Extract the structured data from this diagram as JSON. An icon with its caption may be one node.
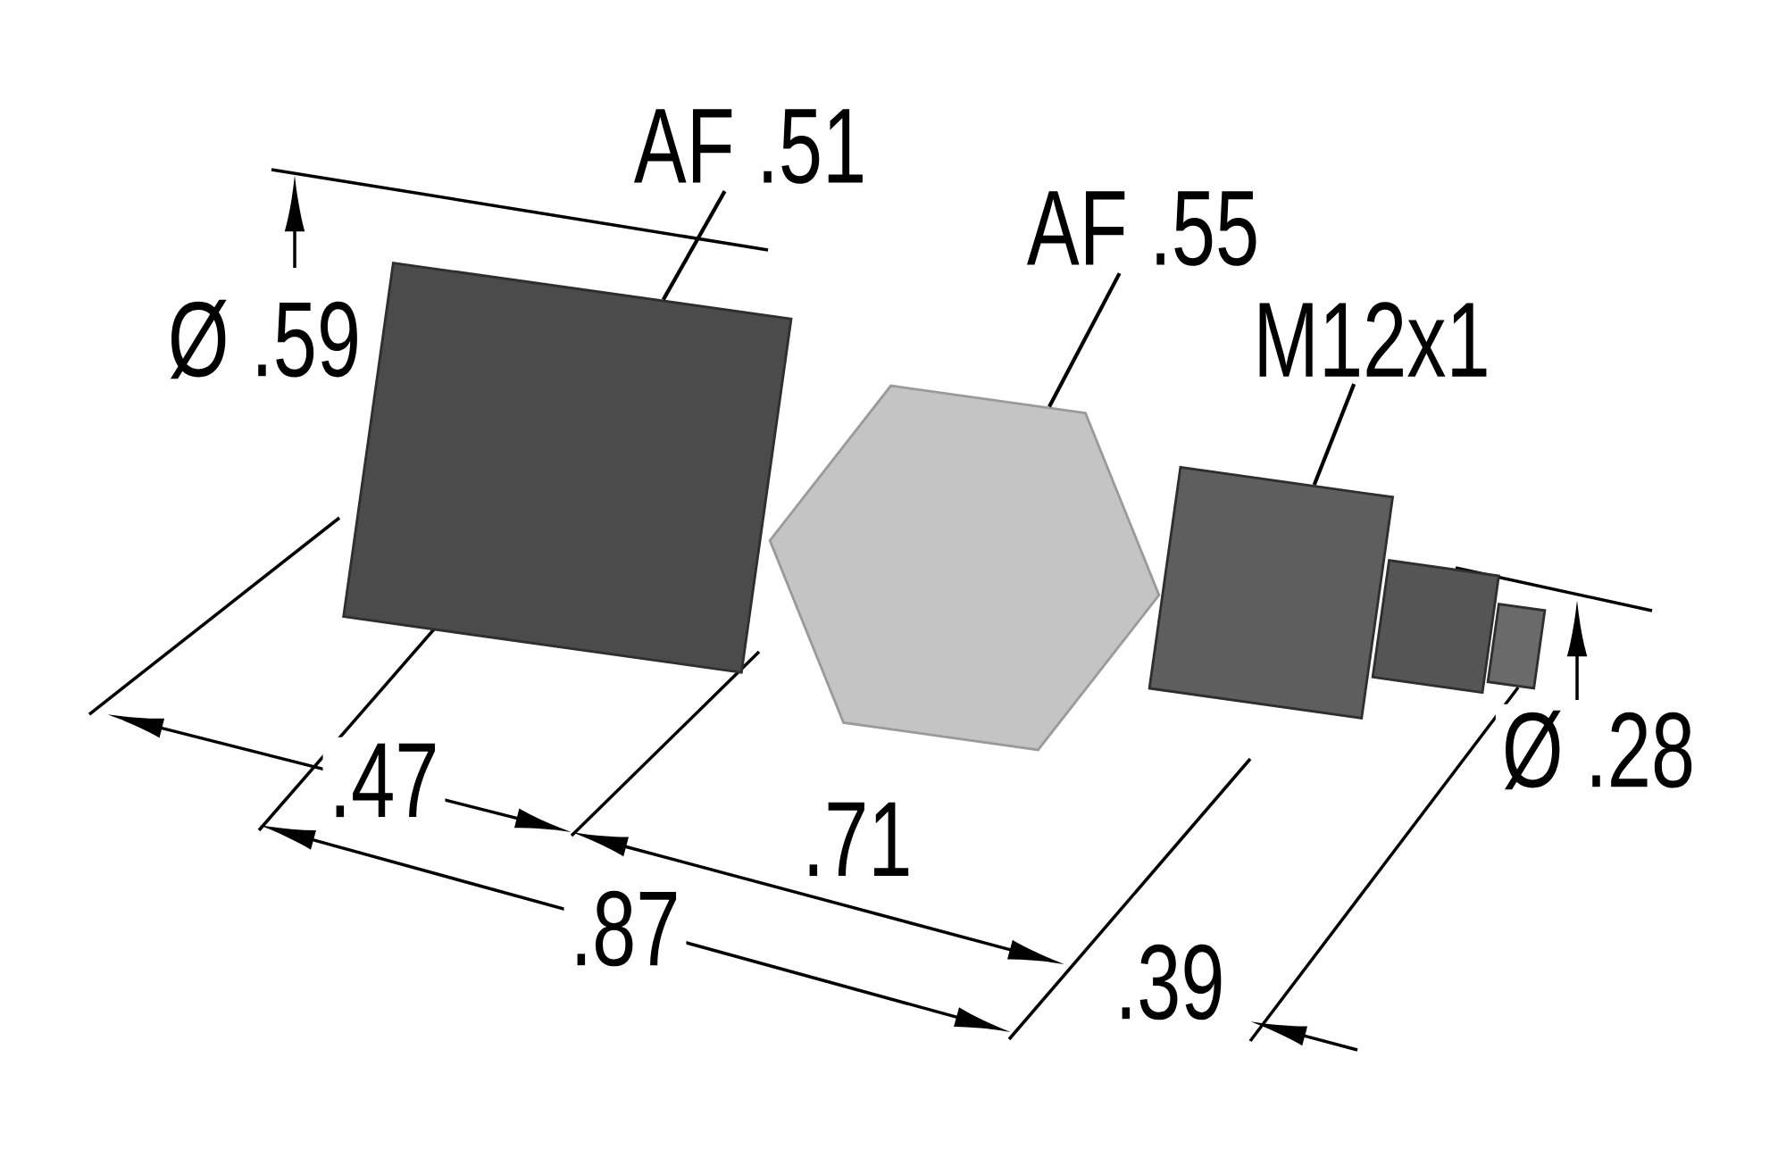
{
  "diagram": {
    "nodes": [
      {
        "text": [
          "AF .51"
        ]
      },
      {
        "text": [
          "AF .55"
        ]
      },
      {
        "text": [
          "M12x1"
        ]
      },
      {
        "text": [],
        "shape": "cylinder"
      },
      {
        "text": [],
        "shape": "hexagon"
      },
      {
        "text": [],
        "shape": "cylinder"
      }
    ],
    "edges": [
      {
        "from": 0,
        "to": 3,
        "arrow": "none"
      },
      {
        "from": 1,
        "to": 4,
        "arrow": "none"
      },
      {
        "from": 2,
        "to": 5,
        "arrow": "none"
      }
    ],
    "labels": [
      "Ø .59",
      "Ø .28",
      ".47",
      ".71",
      ".87",
      ".39"
    ]
  }
}
